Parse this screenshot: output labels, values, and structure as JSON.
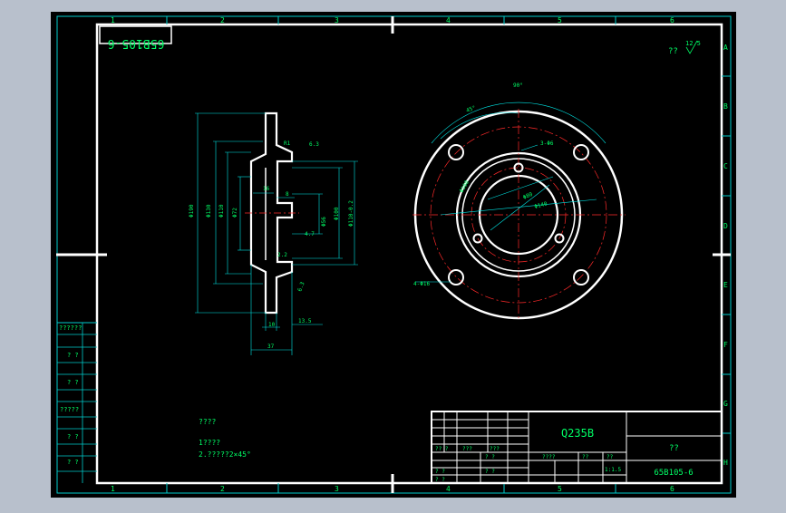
{
  "canvas": {
    "background": "#000000",
    "desktop": "#b8c0cc",
    "frame": "#ffffff",
    "grid": "#00cccc",
    "text": "#00ff66",
    "cyan": "#00e5e5",
    "red": "#ff2a2a"
  },
  "zones": {
    "cols": [
      "1",
      "2",
      "3",
      "4",
      "5",
      "6"
    ],
    "rows": [
      "A",
      "B",
      "C",
      "D",
      "E",
      "F",
      "G",
      "H"
    ]
  },
  "drawing_code_rotated": "65B105-6",
  "roughness": {
    "mark": "??",
    "value": "12.5"
  },
  "side_view": {
    "diameters": [
      "Φ190",
      "Φ130",
      "Φ110",
      "Φ72",
      "Φ56",
      "Φ100",
      "Φ110-0.2"
    ],
    "dims": [
      "16",
      "8",
      "4.7",
      "10",
      "37",
      "13.5",
      "6.3",
      "2.2",
      "6.3"
    ],
    "radius": "R1"
  },
  "front_view": {
    "angle_90": "90°",
    "angle_45": "45°",
    "holes_3": "3-Φ6",
    "holes_4": "4-Φ16",
    "d80": "Φ80",
    "d140": "Φ140",
    "d160": "Φ160"
  },
  "left_labels": [
    "??????",
    "? ?",
    "? ?",
    "?????",
    "? ?",
    "? ?"
  ],
  "notes": {
    "title": "????",
    "line1": "1????",
    "line2": "2.?????2×45°"
  },
  "title_block": {
    "material": "Q235B",
    "name": "??",
    "code": "65B105-6",
    "scale": "1:1.5",
    "small": [
      "?? ?",
      "???",
      "???",
      "? ?",
      "? ?",
      "? ?",
      "? ?",
      "??",
      "??",
      "????"
    ]
  }
}
